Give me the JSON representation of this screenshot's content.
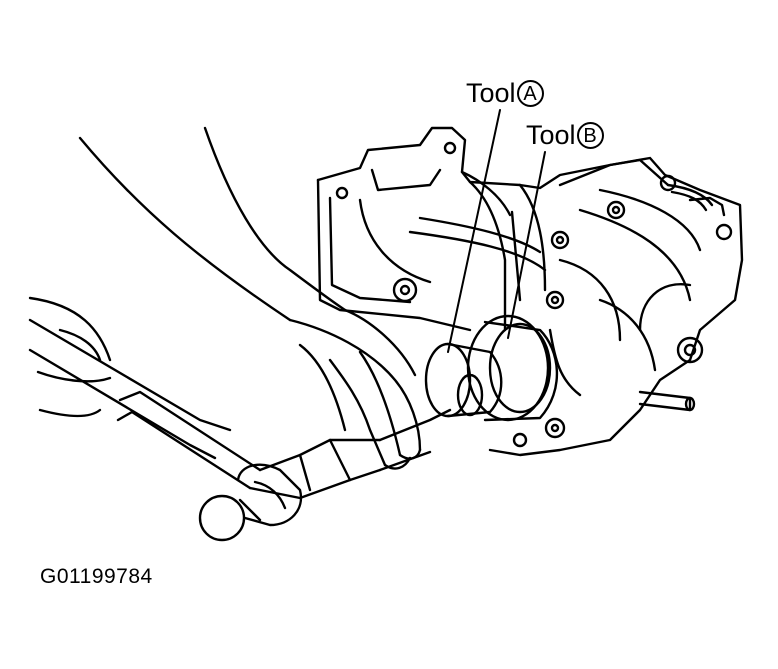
{
  "labels": {
    "tool_a_word": "Tool",
    "tool_a_letter": "A",
    "tool_b_word": "Tool",
    "tool_b_letter": "B"
  },
  "figure_code": "G01199784",
  "colors": {
    "line": "#000000",
    "background": "#ffffff"
  }
}
